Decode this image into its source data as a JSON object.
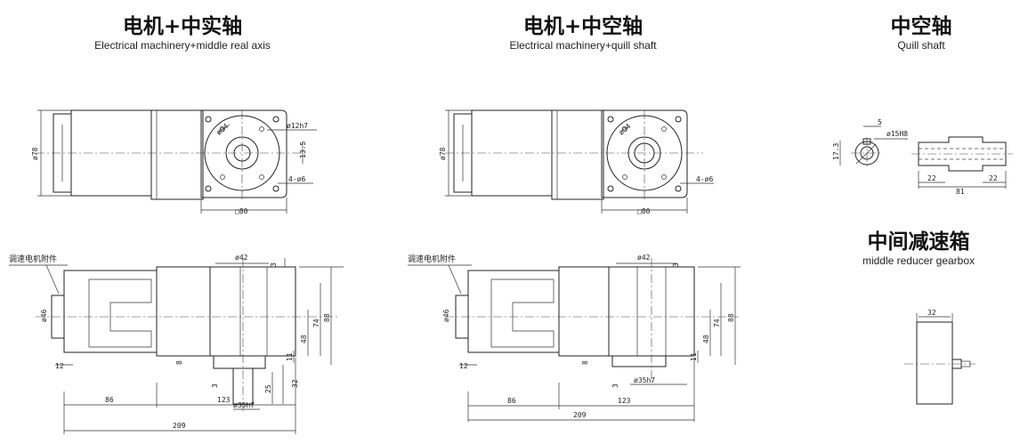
{
  "sections": {
    "solid": {
      "title_cn": "电机+中实轴",
      "title_en": "Electrical machinery+middle real axis"
    },
    "hollow": {
      "title_cn": "电机+中空轴",
      "title_en": "Electrical machinery+quill shaft"
    },
    "quill": {
      "title_cn": "中空轴",
      "title_en": "Quill shaft"
    },
    "middle": {
      "title_cn": "中间减速箱",
      "title_en": "middle reducer gearbox"
    }
  },
  "labels": {
    "accessory": "调速电机附件",
    "d78": "ø78",
    "d94": "ø94",
    "d12h7": "ø12h7",
    "d13_5": "13.5",
    "four_d6": "4-ø6",
    "sq80": "□80",
    "d42": "ø42",
    "d3": "3",
    "d88": "88",
    "d74": "74",
    "d48": "48",
    "d11": "11",
    "d46": "ø46",
    "d12": "12",
    "d8": "8",
    "d25": "25",
    "d32": "32",
    "d35h7": "ø35h7",
    "d86": "86",
    "d123": "123",
    "d209": "209",
    "q5": "5",
    "q15h8": "ø15H8",
    "q17_3": "17.3",
    "q22a": "22",
    "q22b": "22",
    "q81": "81",
    "m32": "32"
  }
}
